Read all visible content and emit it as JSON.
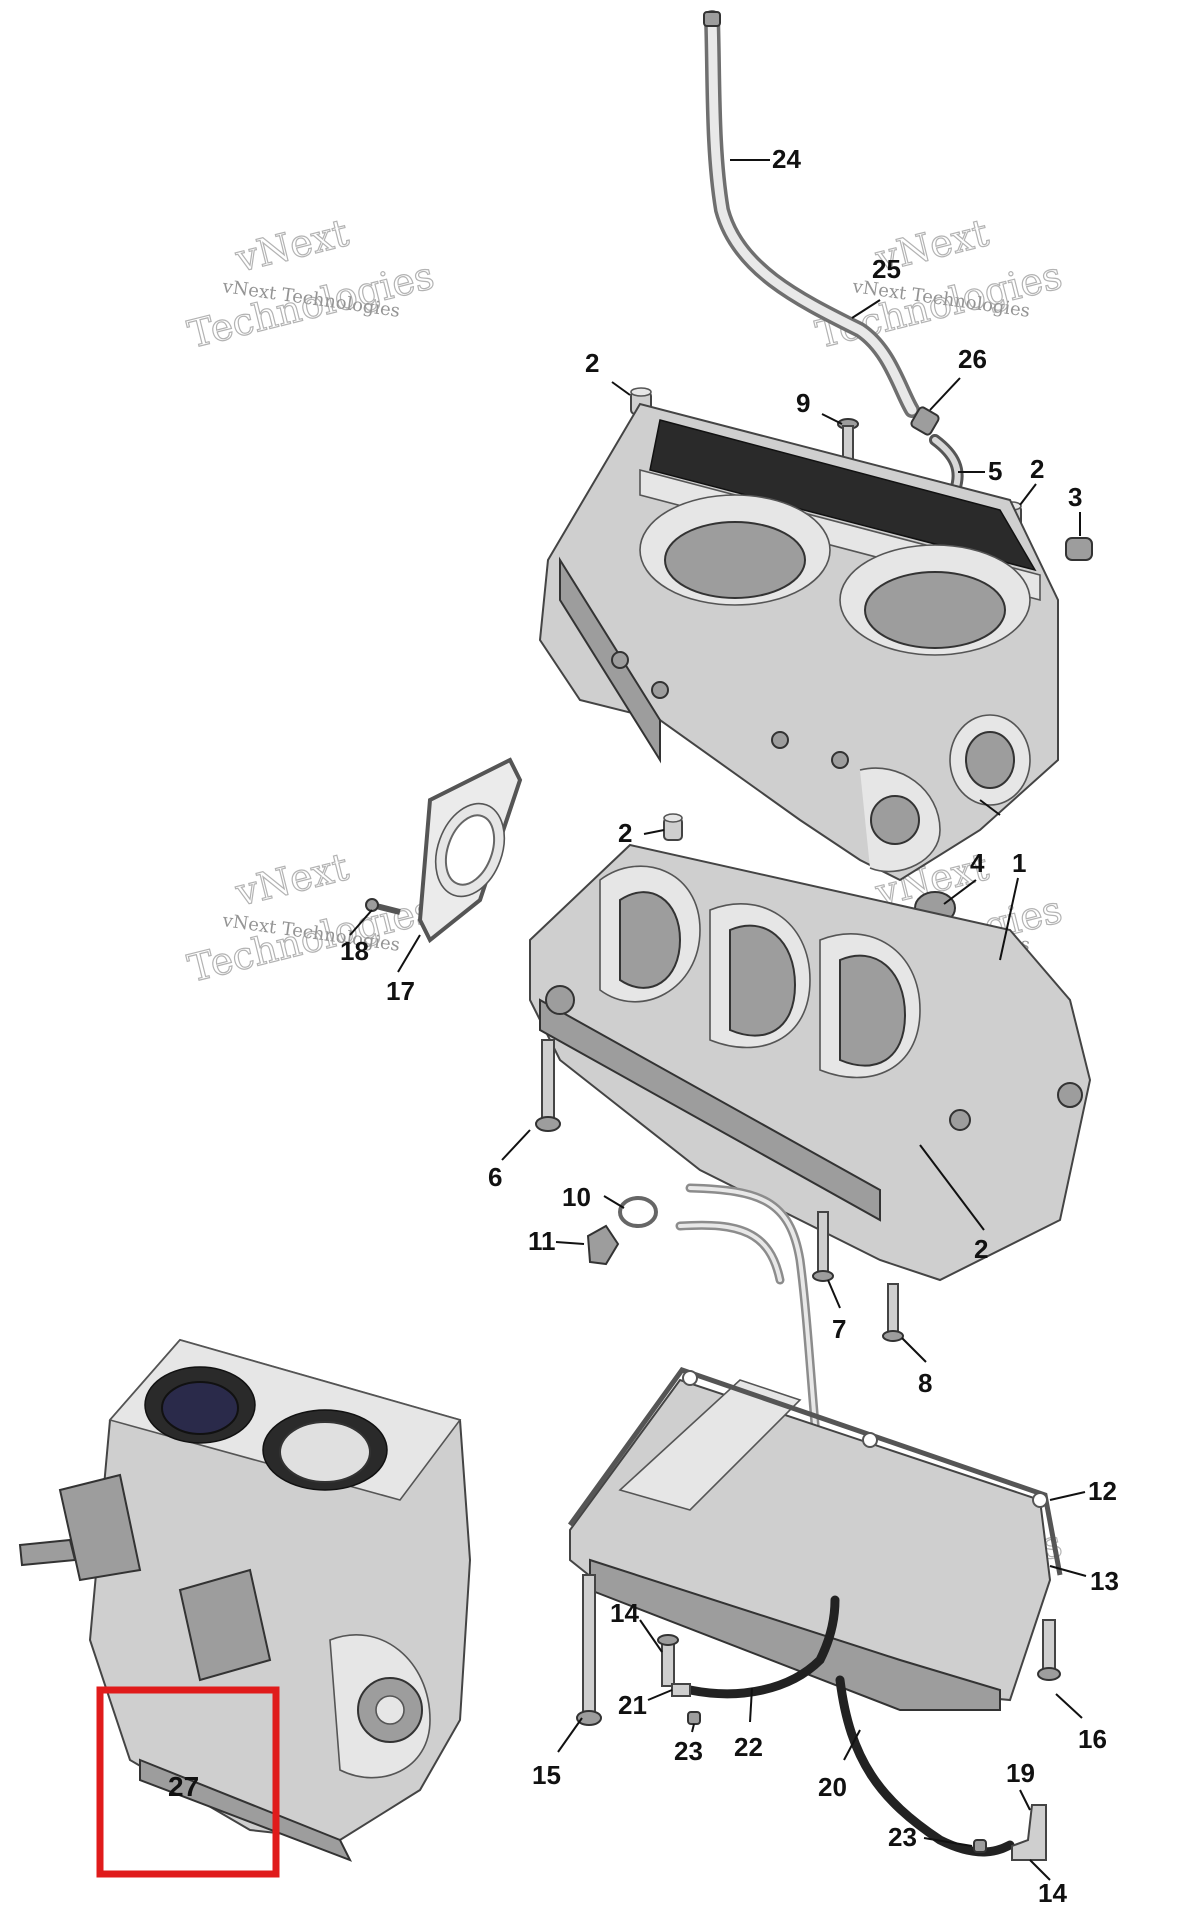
{
  "watermark": {
    "line1": "vNext Technologies",
    "line2": "vNext",
    "line3": "Technologies"
  },
  "callouts": [
    "24",
    "25",
    "26",
    "2",
    "9",
    "5",
    "2",
    "3",
    "2",
    "4",
    "1",
    "18",
    "17",
    "6",
    "10",
    "11",
    "2",
    "7",
    "8",
    "12",
    "13",
    "14",
    "21",
    "23",
    "22",
    "15",
    "20",
    "16",
    "19",
    "23",
    "14",
    "27"
  ],
  "highlight": {
    "label": "27",
    "color": "#e01b1b"
  }
}
